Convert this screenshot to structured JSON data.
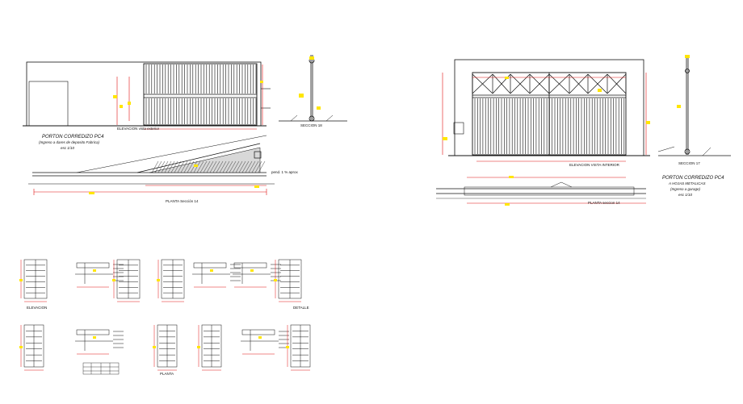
{
  "drawing": {
    "left_title": {
      "line1": "PORTON CORREDIZO PC4",
      "line2": "(Ingreso a dares de deposito Fabrica)",
      "line3": "esc 1/10"
    },
    "right_title": {
      "line1": "PORTON CORREDIZO PC4",
      "line2": "A HOJAS METALICAS",
      "line3": "(Ingreso a garage)",
      "line4": "esc 1/10"
    },
    "captions": {
      "left_elevation": "ELEVACION vista exterior",
      "left_section": "SECCION 18",
      "left_plan": "PLANTA  Sección 14",
      "right_elevation": "ELEVACION VISTA INTERIOR",
      "right_section": "SECCION 17",
      "right_plan": "PLANTA seccion 14",
      "pend": "pend. 1 % aprox",
      "detail_a": "ELEVACION",
      "detail_b": "PLANTA",
      "detail_c": "DETALLE"
    }
  },
  "colors": {
    "line": "#111111",
    "dimension": "#e01010",
    "highlight": "#ffe600",
    "background": "#ffffff"
  }
}
